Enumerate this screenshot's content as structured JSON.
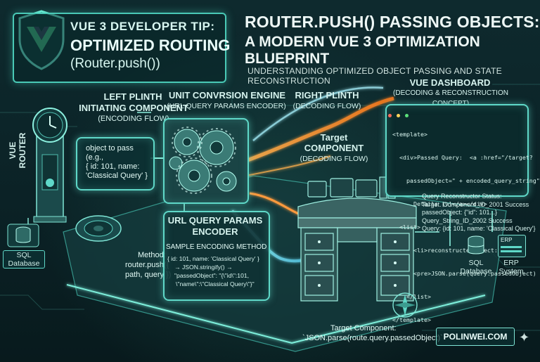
{
  "header": {
    "tip_line1": "VUE 3 DEVELOPER TIP:",
    "tip_line2": "OPTIMIZED ROUTING",
    "tip_line3": "(Router.push())",
    "title_line1": "ROUTER.PUSH() PASSING OBJECTS:",
    "title_line2": "A MODERN VUE 3 OPTIMIZATION BLUEPRINT",
    "subtitle": "UNDERSTANDING OPTIMIZED OBJECT PASSING AND STATE RECONSTRUCTION"
  },
  "left": {
    "vue_router": "VUE ROUTER",
    "plinth_title1": "LEFT PLINTH",
    "plinth_title2": "INITIATING COMPONENT",
    "plinth_sub": "(ENCODING FLOW)",
    "object_lines": [
      "object to pass",
      "(e.g.,",
      "{ id: 101, name:",
      "'Classical Query' }"
    ],
    "sql_label": [
      "SQL",
      "Database"
    ],
    "method_lines": [
      "Method:",
      "router.push({",
      "path, query })"
    ]
  },
  "engine": {
    "title1": "UNIT CONVRSION ENGINE",
    "title2": "(URL QUERY PARAMS ENCODER)",
    "encoder_title1": "URL QUERY PARAMS",
    "encoder_title2": "ENCODER",
    "sample_title": "SAMPLE ENCODING METHOD",
    "sample_lines": [
      "{ id: 101, name: 'Classical Query' }",
      "→ JSON.stringify()  →",
      "\"passedObject\": \"{\\\"id\\\":101,",
      "\\\"name\\\":\\\"Classical Query\\\"}\""
    ]
  },
  "right": {
    "plinth_title": "RIGHT PLINTH",
    "plinth_sub": "(DECODING FLOW)",
    "target_title1": "Target",
    "target_title2": "COMPONENT",
    "target_sub": "(DECODING FLOW)",
    "dashboard_title": "VUE DASHBOARD",
    "dashboard_sub": "(DECODING & RECONSTRUCTION CONCEPT)",
    "code_lines": [
      "<template>",
      "  <div>Passed Query:  <a :href=\"/target?",
      "    passedObject=\" + encoded_query_string\">",
      "      Details [v]</a></div>",
      "  <list>",
      "      <li>reconstructedObject:",
      "      <pre>JSON.parse(query.passedObject)",
      "    </list>",
      "</template>"
    ],
    "status_lines": [
      "Query Reconstructor Status:",
      "Target. Component_ID_2001 Success",
      "passedObject: {\"id\": 101...}",
      "Query_String_ID_2002       Success",
      "Query: {id: 101, name: 'Classical Query'}"
    ],
    "sql_label": [
      "SQL",
      "Database"
    ],
    "erp_badge": "ERP",
    "erp_label": [
      "ERP",
      "System"
    ],
    "bottom_lines": [
      "Target Component:",
      "`JSON.parse(route.query.passedObject)`"
    ]
  },
  "footer": {
    "site": "POLINWEI.COM"
  },
  "colors": {
    "accent": "#5fd8c8",
    "orange": "#ff9a3c",
    "vue_green": "#41b883",
    "vue_dark": "#34495e"
  }
}
